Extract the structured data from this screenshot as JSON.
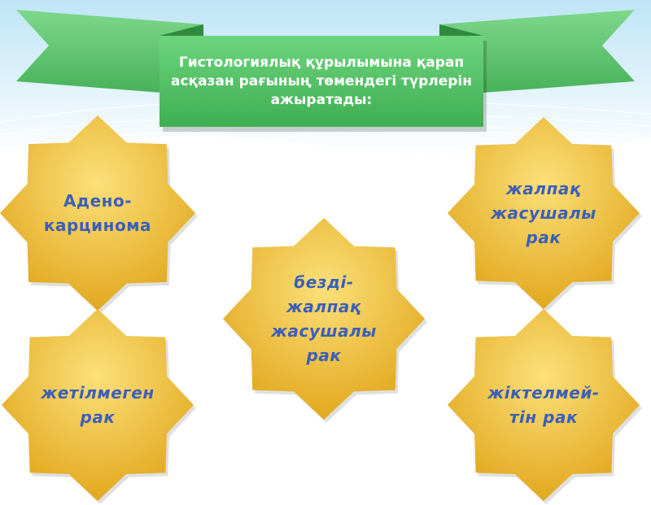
{
  "title": {
    "text": "Гистологиялық құрылымына қарап асқазан рағының төмендегі түрлерін ажыратады:"
  },
  "stars": [
    {
      "id": "adeno",
      "text": "Адено-\nкарцинома",
      "italic": false
    },
    {
      "id": "zhalpak",
      "text": "жалпақ\nжасушалы\nрак",
      "italic": true
    },
    {
      "id": "bezdi",
      "text": "безді-\nжалпақ\nжасушалы\nрак",
      "italic": true
    },
    {
      "id": "zhetilmegen",
      "text": "жетілмеген\nрак",
      "italic": true
    },
    {
      "id": "zhiktelmey",
      "text": "жіктелмей-\nтін рак",
      "italic": true
    }
  ],
  "colors": {
    "ribbon": "#5cc86e",
    "ribbon_dark": "#3a9a4c",
    "star_light": "#fbe07a",
    "star_dark": "#e2a81e",
    "label": "#3d5fb8",
    "sky": "#d7eef9"
  }
}
